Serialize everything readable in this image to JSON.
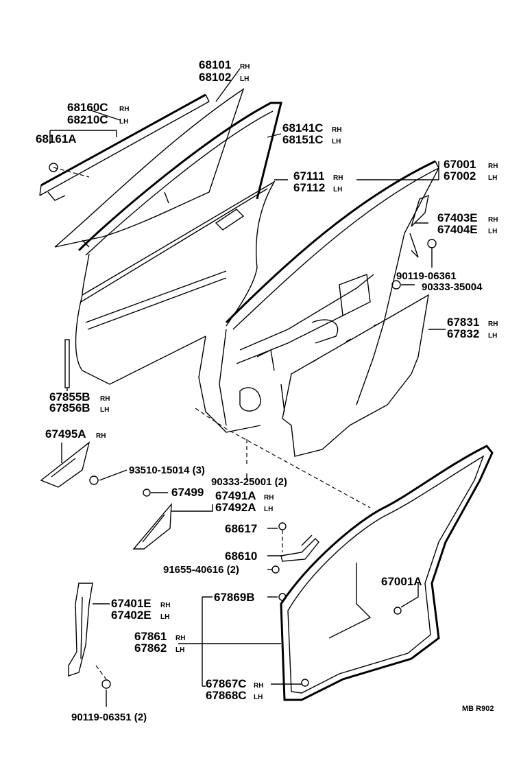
{
  "labels": {
    "l68101": "68101",
    "l68101s": "RH",
    "l68102": "68102",
    "l68102s": "LH",
    "l68160": "68160C",
    "l68160s": "RH",
    "l68210": "68210C",
    "l68210s": "LH",
    "l68161": "68161A",
    "l68141": "68141C",
    "l68141s": "RH",
    "l68151": "68151C",
    "l68151s": "LH",
    "l67111": "67111",
    "l67111s": "RH",
    "l67112": "67112",
    "l67112s": "LH",
    "l67001": "67001",
    "l67001s": "RH",
    "l67002": "67002",
    "l67002s": "LH",
    "l67403": "67403E",
    "l67403s": "RH",
    "l67404": "67404E",
    "l67404s": "LH",
    "l90119a": "90119-06361",
    "l90333a": "90333-35004",
    "l67831": "67831",
    "l67831s": "RH",
    "l67832": "67832",
    "l67832s": "LH",
    "l67855": "67855B",
    "l67855s": "RH",
    "l67856": "67856B",
    "l67856s": "LH",
    "l67495": "67495A",
    "l67495s": "RH",
    "l93510": "93510-15014 (3)",
    "l90333b": "90333-25001 (2)",
    "l67499": "67499",
    "l67491": "67491A",
    "l67491s": "RH",
    "l67492": "67492A",
    "l67492s": "LH",
    "l68617": "68617",
    "l68610": "68610",
    "l91655": "91655-40616 (2)",
    "l67001a": "67001A",
    "l67869": "67869B",
    "l67401": "67401E",
    "l67401s": "RH",
    "l67402": "67402E",
    "l67402s": "LH",
    "l67861": "67861",
    "l67861s": "RH",
    "l67862": "67862",
    "l67862s": "LH",
    "l67867": "67867C",
    "l67867s": "RH",
    "l67868": "67868C",
    "l67868s": "LH",
    "l90119b": "90119-06351 (2)",
    "code": "MB R902"
  }
}
